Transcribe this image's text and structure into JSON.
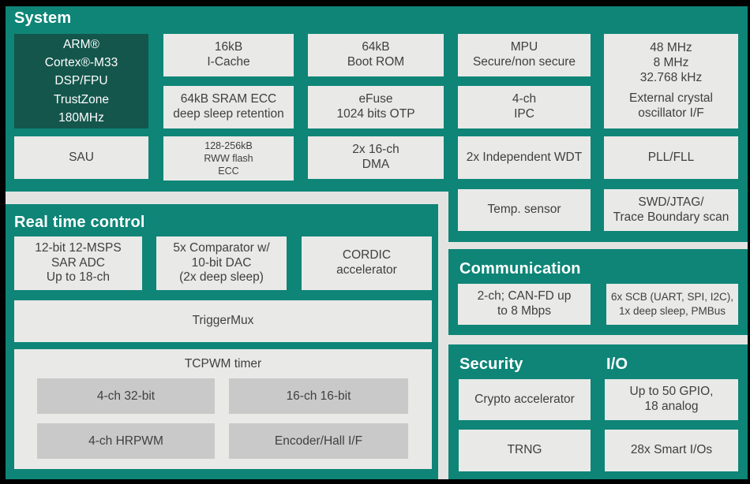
{
  "colors": {
    "panel_teal": "#0e8577",
    "cpu_dark_teal": "#14564c",
    "block_gray": "#e9e9e7",
    "inner_block_gray": "#c9c9c9",
    "frame_black": "#010101",
    "section_title_text": "#ffffff",
    "block_text": "#3f4040"
  },
  "system": {
    "title": "System",
    "cpu": "ARM®\nCortex®-M33\nDSP/FPU\nTrustZone\n180MHz",
    "icache": "16kB\nI-Cache",
    "boot_rom": "64kB\nBoot ROM",
    "mpu": "MPU\nSecure/non secure",
    "clocks_top": "48 MHz\n8 MHz\n32.768 kHz",
    "clocks_bottom": "External crystal\noscillator I/F",
    "sram": "64kB SRAM ECC\ndeep sleep retention",
    "efuse": "eFuse\n1024 bits OTP",
    "ipc": "4-ch\nIPC",
    "sau": "SAU",
    "flash": "128-256kB\nRWW flash\nECC",
    "dma": "2x 16-ch\nDMA",
    "wdt": "2x Independent WDT",
    "pll": "PLL/FLL",
    "temp_sensor": "Temp. sensor",
    "swd": "SWD/JTAG/\nTrace Boundary scan"
  },
  "real_time_control": {
    "title": "Real time control",
    "adc": "12-bit 12-MSPS\nSAR ADC\nUp to 18-ch",
    "comparator": "5x Comparator w/\n10-bit DAC\n(2x deep sleep)",
    "cordic": "CORDIC\naccelerator",
    "trigger_mux": "TriggerMux",
    "tcpwm": {
      "title": "TCPWM timer",
      "timer_32bit": "4-ch 32-bit",
      "timer_16bit": "16-ch 16-bit",
      "hrpwm": "4-ch HRPWM",
      "encoder": "Encoder/Hall I/F"
    }
  },
  "communication": {
    "title": "Communication",
    "canfd": "2-ch; CAN-FD up\nto 8 Mbps",
    "scb": "6x SCB (UART, SPI, I2C),\n1x deep sleep, PMBus"
  },
  "security": {
    "title": "Security",
    "crypto": "Crypto accelerator",
    "trng": "TRNG"
  },
  "io": {
    "title": "I/O",
    "gpio": "Up to 50 GPIO,\n18 analog",
    "smart_io": "28x Smart I/Os"
  }
}
